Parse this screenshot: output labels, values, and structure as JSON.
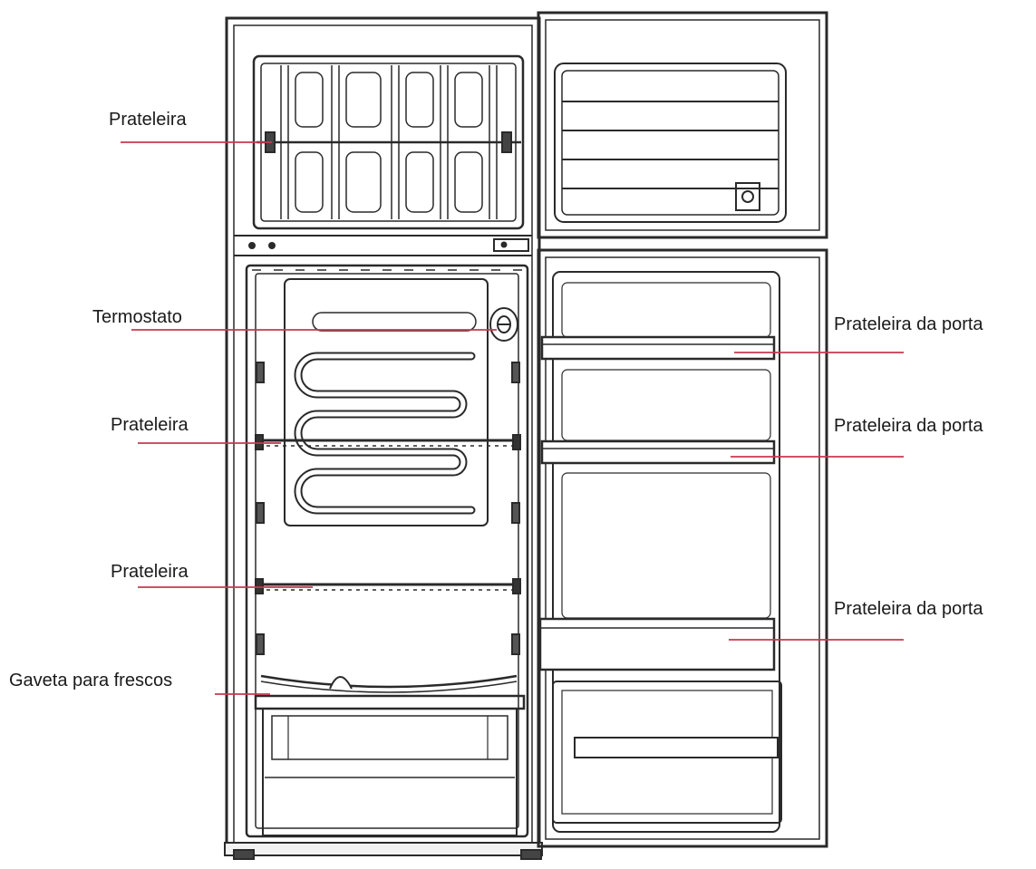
{
  "labels": {
    "freezer_shelf": "Prateleira",
    "thermostat": "Termostato",
    "fridge_shelf_upper": "Prateleira",
    "fridge_shelf_lower": "Prateleira",
    "crisper_drawer": "Gaveta para frescos",
    "door_shelf_top": "Prateleira da porta",
    "door_shelf_middle": "Prateleira da porta",
    "door_shelf_bottom": "Prateleira da porta"
  },
  "colors": {
    "leader_line": "#c8384f",
    "outline": "#2a2a2a",
    "fill": "#ffffff"
  }
}
